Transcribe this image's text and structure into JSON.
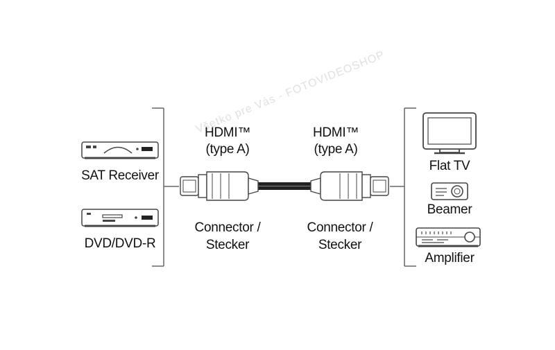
{
  "sources": {
    "device1": "SAT Receiver",
    "device2": "DVD/DVD-R"
  },
  "cable": {
    "left_connector_title_line1": "HDMI™",
    "left_connector_title_line2": "(type A)",
    "right_connector_title_line1": "HDMI™",
    "right_connector_title_line2": "(type A)",
    "left_connector_caption_line1": "Connector /",
    "left_connector_caption_line2": "Stecker",
    "right_connector_caption_line1": "Connector /",
    "right_connector_caption_line2": "Stecker"
  },
  "destinations": {
    "device1": "Flat TV",
    "device2": "Beamer",
    "device3": "Amplifier"
  },
  "watermark": "Všetko pre Vás - FOTOVIDEOSHOP"
}
